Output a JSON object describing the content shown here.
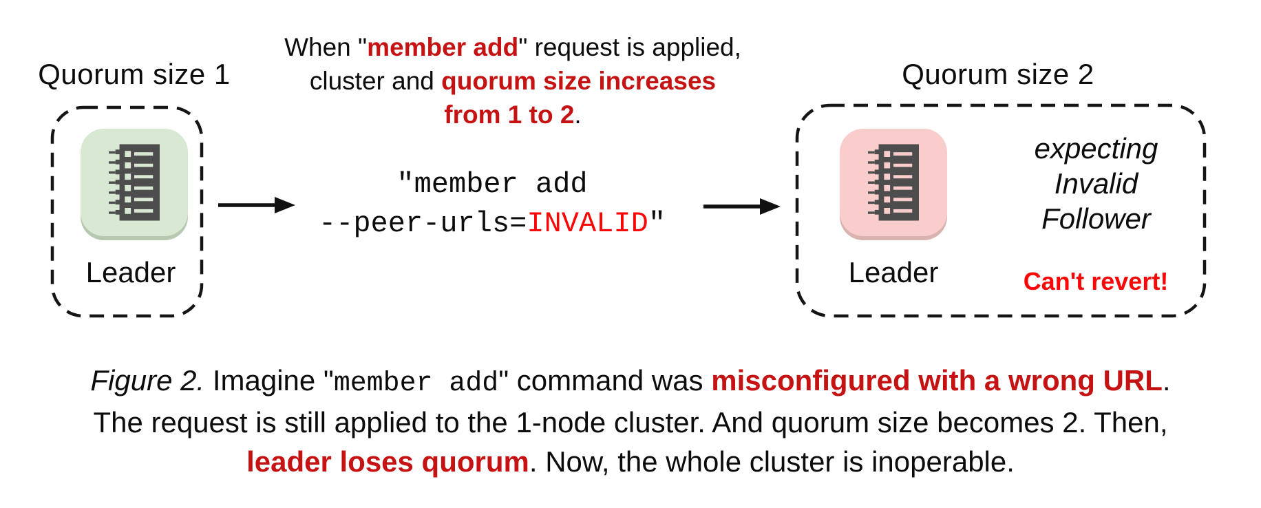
{
  "figure": {
    "kind": "etcd-quorum-misconfiguration-diagram"
  },
  "colors": {
    "accent_red": "#c51212",
    "bright_red": "#fa0606",
    "tile_green": "#d9e8d3",
    "tile_green_shadow": "#b7c7b0",
    "tile_pink": "#f8cdcb",
    "tile_pink_shadow": "#d9b3af",
    "icon_dark": "#4d4d4d",
    "text": "#0c0c0c"
  },
  "left_cluster": {
    "title": "Quorum size 1",
    "node_label": "Leader",
    "node_icon": "ledger-icon"
  },
  "right_cluster": {
    "title": "Quorum size 2",
    "node_label": "Leader",
    "node_icon": "ledger-icon",
    "status": [
      "expecting",
      "Invalid",
      "Follower"
    ],
    "warning": "Can't revert!"
  },
  "annotation": {
    "line1_pre": "When \"",
    "line1_em": "member add",
    "line1_post": "\" request is applied,",
    "line2_pre": "cluster and ",
    "line2_em": "quorum size increases",
    "line3_em": "from 1 to 2",
    "line3_post": "."
  },
  "command": {
    "line1": "\"member add",
    "line2_pre": "--peer-urls=",
    "line2_em": "INVALID",
    "line2_post": "\""
  },
  "caption": {
    "line1_figure": "Figure 2.",
    "line1_a": " Imagine \"",
    "line1_code": "member add",
    "line1_b": "\" command was ",
    "line1_em": "misconfigured with a wrong URL",
    "line1_c": ".",
    "line2": "The request is still applied to the 1-node cluster. And quorum size becomes 2. Then,",
    "line3_em": "leader loses quorum",
    "line3_a": ". Now, the whole cluster is inoperable."
  }
}
